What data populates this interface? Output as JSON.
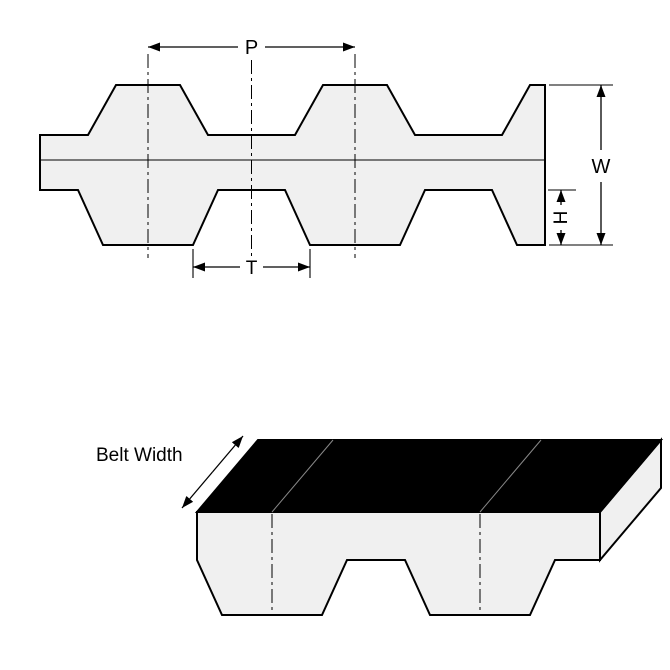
{
  "diagram": {
    "labels": {
      "pitch": "P",
      "width": "W",
      "height": "H",
      "tooth": "T",
      "belt_width": "Belt Width"
    }
  },
  "colors": {
    "background": "#ffffff",
    "belt_fill": "#f0f0f0",
    "outline": "#000000",
    "top_face": "#000000"
  }
}
